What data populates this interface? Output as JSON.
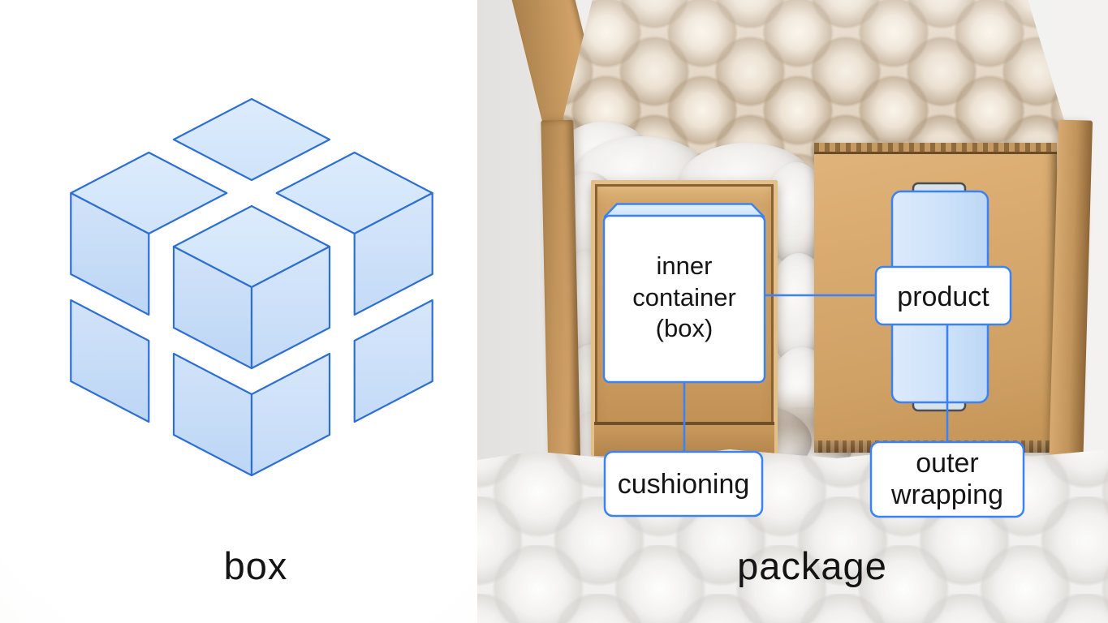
{
  "left_panel": {
    "caption": "box",
    "illustration": "exploded-cube-2x2x2"
  },
  "right_panel": {
    "caption": "package",
    "annotations": {
      "inner_container": {
        "line1": "inner",
        "line2": "container",
        "line3": "(box)"
      },
      "product": {
        "label": "product"
      },
      "cushioning": {
        "label": "cushioning"
      },
      "outer_wrapping": {
        "line1": "outer",
        "line2": "wrapping"
      }
    }
  },
  "colors": {
    "accent_blue": "#3b82f6",
    "cube_stroke": "#2e6fd4",
    "cube_fill_top": "#d8e8fb",
    "cube_fill_side": "#c6dcf7",
    "label_background": "#ffffff",
    "cardboard": "#d0a267",
    "caption_text": "#141414"
  }
}
